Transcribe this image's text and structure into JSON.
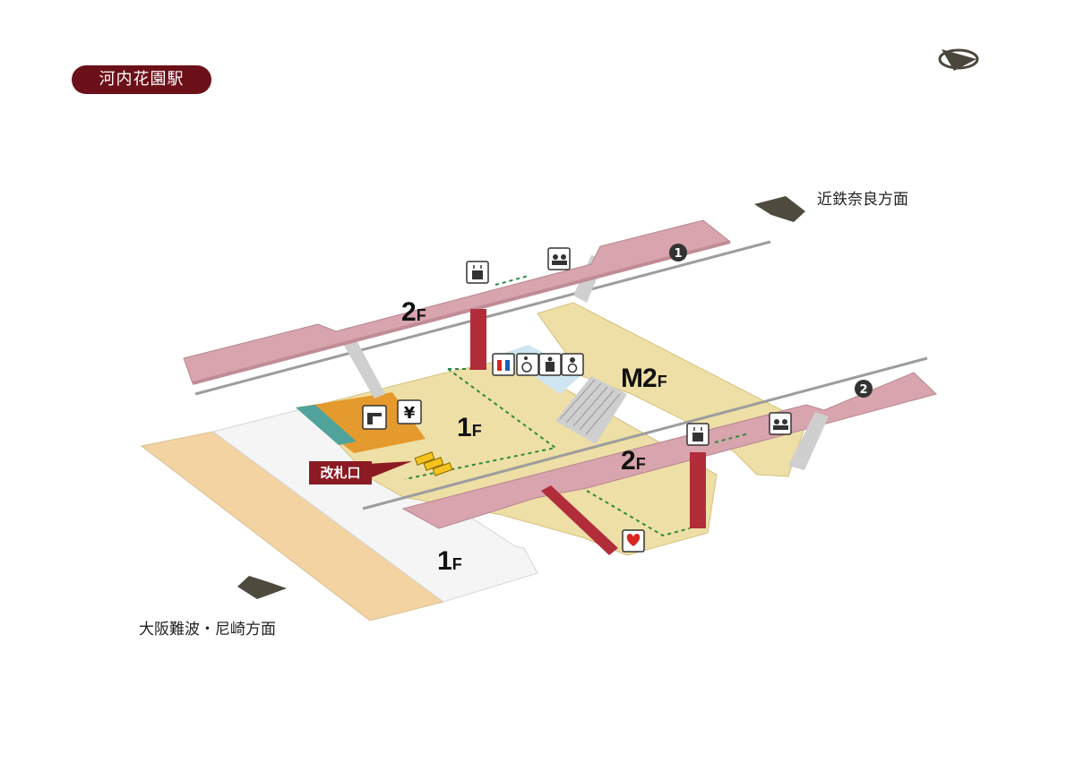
{
  "station": {
    "name": "河内花園駅"
  },
  "directions": {
    "east": "近鉄奈良方面",
    "west": "大阪難波・尼崎方面"
  },
  "floors": {
    "upper_platform": {
      "main": "2",
      "sub": "F"
    },
    "mezzanine": {
      "main": "M2",
      "sub": "F"
    },
    "concourse": {
      "main": "1",
      "sub": "F"
    },
    "lower_platform": {
      "main": "2",
      "sub": "F"
    },
    "ground": {
      "main": "1",
      "sub": "F"
    }
  },
  "platforms": [
    {
      "number": "1"
    },
    {
      "number": "2"
    }
  ],
  "facilities": {
    "ticket_gate": "改札口",
    "ticket_machine_symbol": "¥"
  },
  "colors": {
    "badge": "#6b0f18",
    "platform": "#d8a4ad",
    "concourse": "#eedfa6",
    "ground_street": "#f3d3a2",
    "ground_floor": "#f4f4f4",
    "elevator_shaft": "#b12d3a",
    "fare_office": "#e59a2d",
    "route": "#2e8b3d",
    "arrow": "#4e4a3e"
  },
  "icons": [
    "compass-icon",
    "arrow-east-icon",
    "arrow-west-icon",
    "elevator-icon",
    "waiting-room-icon",
    "restroom-icon",
    "wheelchair-icon",
    "multipurpose-room-icon",
    "baby-care-icon",
    "ticket-office-icon",
    "ticket-machine-icon",
    "aed-icon",
    "ticket-gate-icon"
  ]
}
